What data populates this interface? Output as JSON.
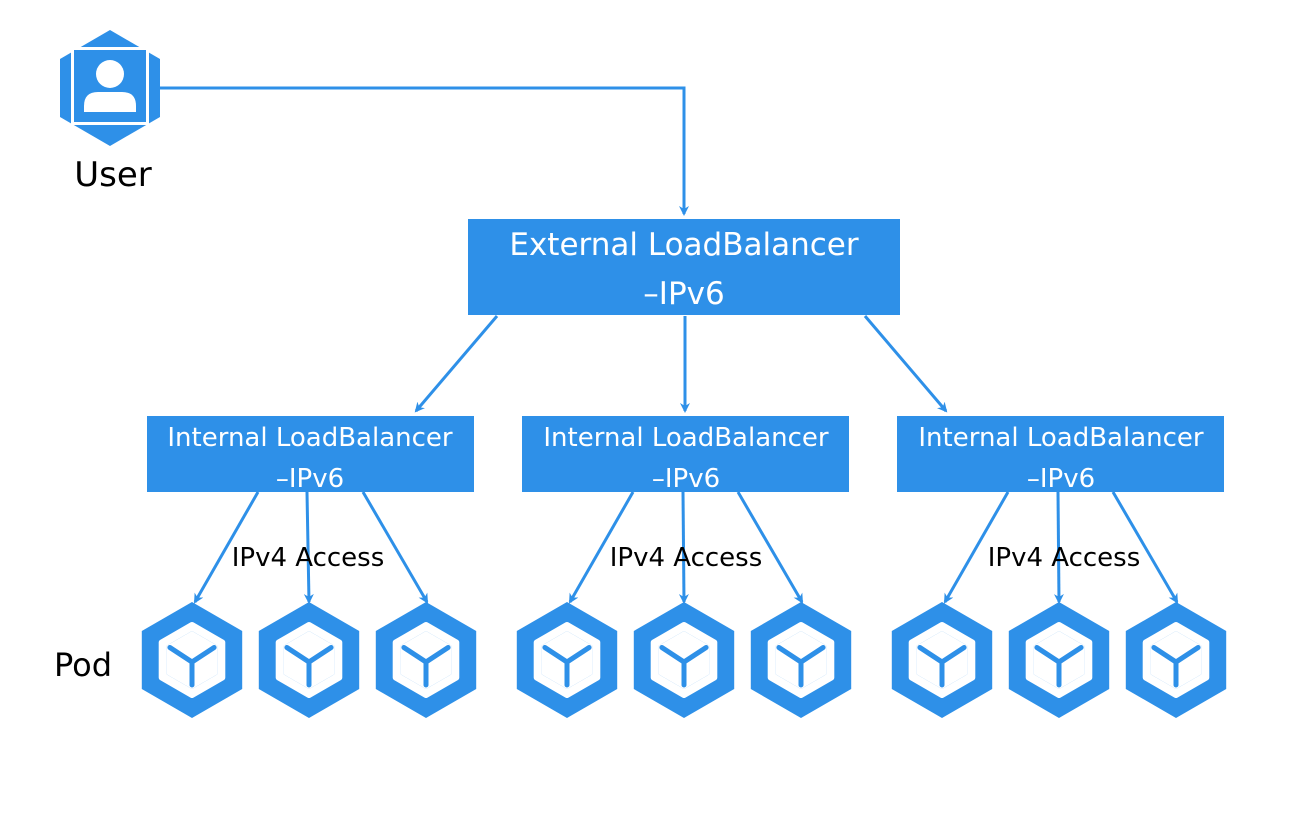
{
  "user": {
    "label": "User",
    "icon": "user-icon"
  },
  "external_lb": {
    "line1": "External LoadBalancer",
    "line2": "–IPv6"
  },
  "internal_lbs": [
    {
      "line1": "Internal LoadBalancer",
      "line2": "–IPv6",
      "access_label": "IPv4 Access"
    },
    {
      "line1": "Internal LoadBalancer",
      "line2": "–IPv6",
      "access_label": "IPv4 Access"
    },
    {
      "line1": "Internal LoadBalancer",
      "line2": "–IPv6",
      "access_label": "IPv4 Access"
    }
  ],
  "pod_label": "Pod",
  "pod_icon": "pod-cube-icon",
  "colors": {
    "accent": "#2e90e8",
    "text": "#000000",
    "box_text": "#ffffff"
  }
}
